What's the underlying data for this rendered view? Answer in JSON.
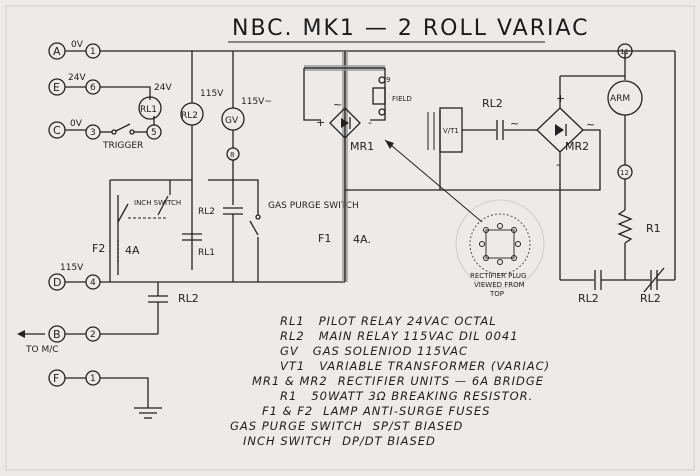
{
  "title": "NBC. MK1 — 2 ROLL VARIAC",
  "terminals": {
    "A": "A",
    "E": "E",
    "C": "C",
    "D": "D",
    "B": "B",
    "F": "F",
    "n1": "1",
    "n2": "2",
    "n3": "3",
    "n4": "4",
    "n5": "5",
    "n6": "6",
    "n8": "8",
    "n9": "9",
    "n11": "11",
    "n12": "12"
  },
  "labels": {
    "ov_a": "0V",
    "v24_e": "24V",
    "ov_c": "0V",
    "v24_rl1": "24V",
    "v115_rl2": "115V",
    "v115_gv": "115V~",
    "v115_d": "115V",
    "trigger": "TRIGGER",
    "inch_switch": "INCH SWITCH",
    "f2": "F2",
    "f1": "F1",
    "a4_f2": "4A",
    "a4_f1": "4A.",
    "rl1_contact": "RL1",
    "rl2_contact": "RL2",
    "rl2_bottom": "RL2",
    "gas_purge_switch": "GAS PURGE SWITCH",
    "field": "FIELD",
    "rl2_vti": "RL2",
    "vti": "V/T1",
    "mr1": "MR1",
    "mr2": "MR2",
    "arm": "ARM",
    "r1": "R1",
    "rl2_cap_left": "RL2",
    "rl2_cap_right": "RL2",
    "to_mc": "TO M/C",
    "plus1": "+",
    "minus1": "-",
    "plus2": "+",
    "minus2": "-",
    "tilde1": "~",
    "tilde2": "~",
    "tilde3": "~",
    "tilde4": "~"
  },
  "components": {
    "rl1": "RL1",
    "rl2": "RL2",
    "gv": "GV",
    "arm": "ARM"
  },
  "rectifier_plug": {
    "caption_line1": "RECTIFIER PLUG",
    "caption_line2": "VIEWED FROM",
    "caption_line3": "TOP"
  },
  "legend": [
    {
      "code": "RL1",
      "desc": "PILOT RELAY 24VAC OCTAL"
    },
    {
      "code": "RL2",
      "desc": "MAIN RELAY 115VAC DIL 0041"
    },
    {
      "code": "GV",
      "desc": "GAS SOLENIOD 115VAC"
    },
    {
      "code": "VT1",
      "desc": "VARIABLE TRANSFORMER (VARIAC)"
    },
    {
      "code": "MR1 & MR2",
      "desc": "RECTIFIER UNITS — 6A BRIDGE"
    },
    {
      "code": "R1",
      "desc": "50WATT 3Ω BREAKING RESISTOR."
    },
    {
      "code": "F1 & F2",
      "desc": "LAMP ANTI-SURGE FUSES"
    },
    {
      "code": "GAS PURGE SWITCH",
      "desc": "SP/ST BIASED"
    },
    {
      "code": "INCH SWITCH",
      "desc": "DP/DT BIASED"
    }
  ]
}
